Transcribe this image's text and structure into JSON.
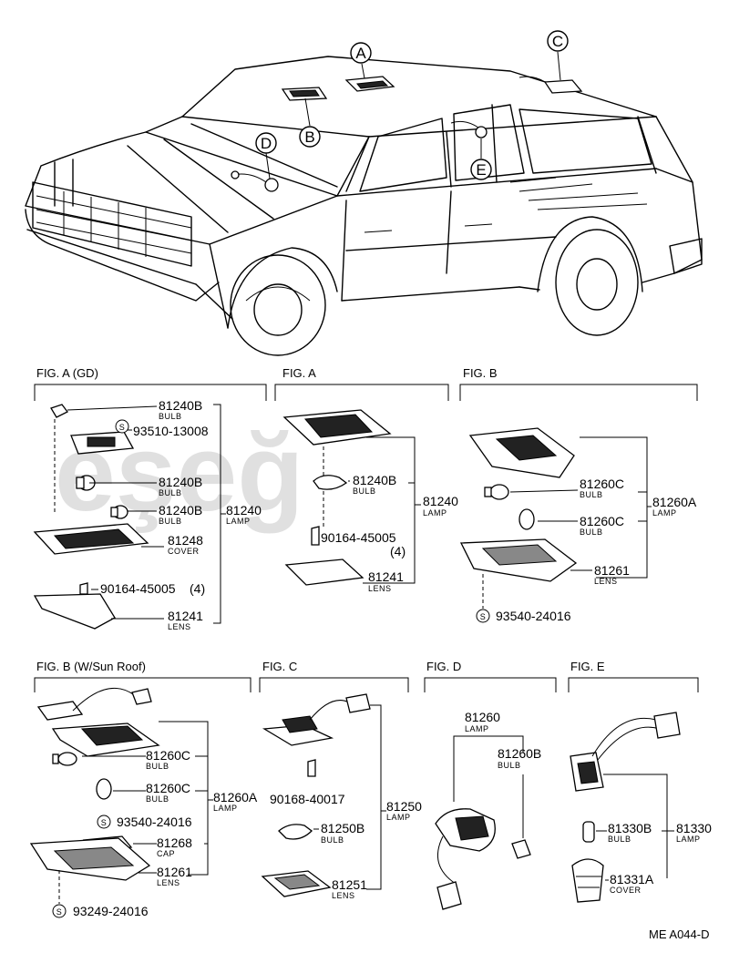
{
  "callouts": [
    "A",
    "B",
    "C",
    "D",
    "E"
  ],
  "watermark": "eşeğ",
  "symbol_s": "S",
  "figures": {
    "a_gd": {
      "title": "FIG. A (GD)",
      "bulb_top": {
        "pn": "81240B",
        "desc": "BULB"
      },
      "screw": {
        "pn": "93510-13008"
      },
      "bulb_mid": {
        "pn": "81240B",
        "desc": "BULB"
      },
      "bulb_low": {
        "pn": "81240B",
        "desc": "BULB"
      },
      "lamp": {
        "pn": "81240",
        "desc": "LAMP"
      },
      "cover": {
        "pn": "81248",
        "desc": "COVER"
      },
      "clip": {
        "pn": "90164-45005",
        "qty": "(4)"
      },
      "lens": {
        "pn": "81241",
        "desc": "LENS"
      }
    },
    "a": {
      "title": "FIG. A",
      "bulb": {
        "pn": "81240B",
        "desc": "BULB"
      },
      "lamp": {
        "pn": "81240",
        "desc": "LAMP"
      },
      "clip": {
        "pn": "90164-45005",
        "qty": "(4)"
      },
      "lens": {
        "pn": "81241",
        "desc": "LENS"
      }
    },
    "b": {
      "title": "FIG. B",
      "bulb1": {
        "pn": "81260C",
        "desc": "BULB"
      },
      "bulb2": {
        "pn": "81260C",
        "desc": "BULB"
      },
      "lamp": {
        "pn": "81260A",
        "desc": "LAMP"
      },
      "lens": {
        "pn": "81261",
        "desc": "LENS"
      },
      "screw": {
        "pn": "93540-24016"
      }
    },
    "b_sun": {
      "title": "FIG. B (W/Sun Roof)",
      "bulb1": {
        "pn": "81260C",
        "desc": "BULB"
      },
      "bulb2": {
        "pn": "81260C",
        "desc": "BULB"
      },
      "lamp": {
        "pn": "81260A",
        "desc": "LAMP"
      },
      "screw1": {
        "pn": "93540-24016"
      },
      "cap": {
        "pn": "81268",
        "desc": "CAP"
      },
      "lens": {
        "pn": "81261",
        "desc": "LENS"
      },
      "screw2": {
        "pn": "93249-24016"
      }
    },
    "c": {
      "title": "FIG. C",
      "clip": {
        "pn": "90168-40017"
      },
      "lamp": {
        "pn": "81250",
        "desc": "LAMP"
      },
      "bulb": {
        "pn": "81250B",
        "desc": "BULB"
      },
      "lens": {
        "pn": "81251",
        "desc": "LENS"
      }
    },
    "d": {
      "title": "FIG. D",
      "lamp": {
        "pn": "81260",
        "desc": "LAMP"
      },
      "bulb": {
        "pn": "81260B",
        "desc": "BULB"
      }
    },
    "e": {
      "title": "FIG. E",
      "bulb": {
        "pn": "81330B",
        "desc": "BULB"
      },
      "lamp": {
        "pn": "81330",
        "desc": "LAMP"
      },
      "cover": {
        "pn": "81331A",
        "desc": "COVER"
      }
    }
  },
  "drawing_code": "ME A044-D"
}
